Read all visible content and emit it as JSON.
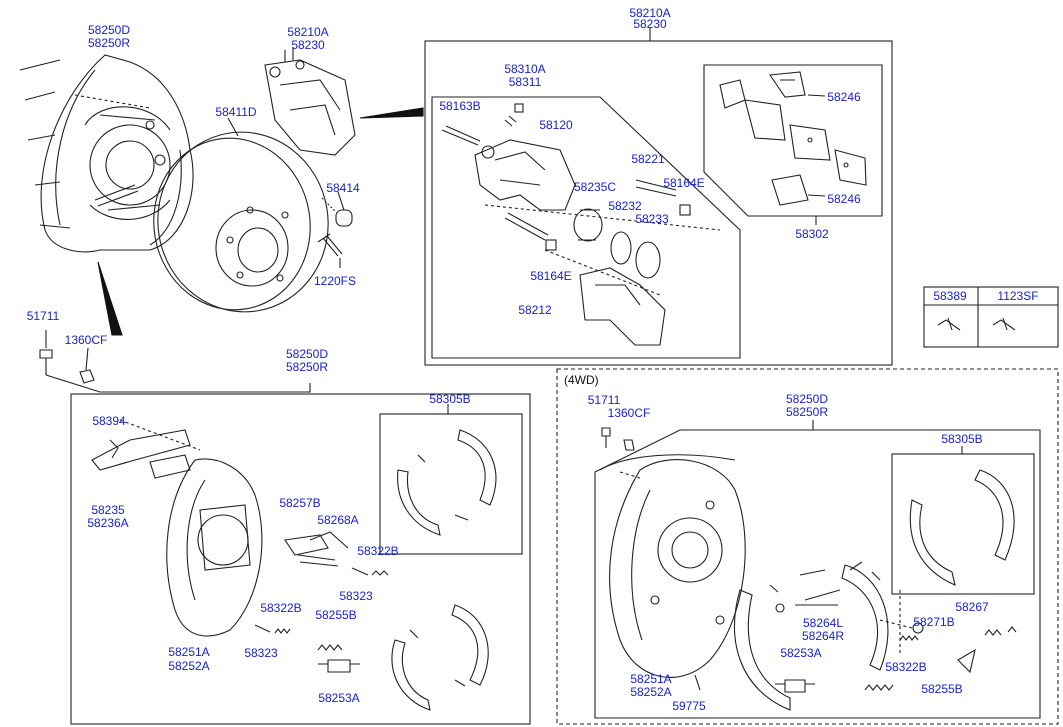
{
  "colors": {
    "label": "#1a22c8",
    "line": "#222222",
    "background": "#ffffff"
  },
  "labels": {
    "top_left_plate": [
      "58250D",
      "58250R"
    ],
    "caliper_assy": [
      "58210A",
      "58230"
    ],
    "disc": "58411D",
    "plug": "58414",
    "disc_bolt": "1220FS",
    "bolt_51711": "51711",
    "nut_1360CF": "1360CF",
    "box_caliper_title": [
      "58210A",
      "58230"
    ],
    "bleeder": [
      "58310A",
      "58311"
    ],
    "bolt_58163B": "58163B",
    "cap_58120": "58120",
    "guide_pin": "58221",
    "boot_top": "58164E",
    "piston": "58235C",
    "seal_58232": "58232",
    "seal_58233": "58233",
    "boot_bottom": "58164E",
    "carrier": "58212",
    "clip_top": "58246",
    "clip_bottom": "58246",
    "pad_kit": "58302",
    "bolt_58389": "58389",
    "bolt_1123SF": "1123SF",
    "mid_plate": [
      "58250D",
      "58250R"
    ],
    "bracket_58394": "58394",
    "bracket_58235": [
      "58235",
      "58236A"
    ],
    "lever": "58257B",
    "adjuster_58268A": "58268A",
    "spring_58322B": "58322B",
    "pin_58323": "58323",
    "left_plate": [
      "58251A",
      "58252A"
    ],
    "spring2_58322B": "58322B",
    "pin2_58323": "58323",
    "spring_58255B": "58255B",
    "cylinder_58253A": "58253A",
    "shoe_kit": "58305B",
    "fourwd_tag": "(4WD)",
    "wd_bolt": "51711",
    "wd_nut": "1360CF",
    "wd_plate": [
      "58250D",
      "58250R"
    ],
    "wd_shoe_kit": "58305B",
    "wd_58267": "58267",
    "wd_58271B": "58271B",
    "wd_adjuster": [
      "58264L",
      "58264R"
    ],
    "wd_cylinder": "58253A",
    "wd_spring_58322B": "58322B",
    "wd_left_plate": [
      "58251A",
      "58252A"
    ],
    "wd_59775": "59775",
    "wd_spring_58255B": "58255B"
  }
}
